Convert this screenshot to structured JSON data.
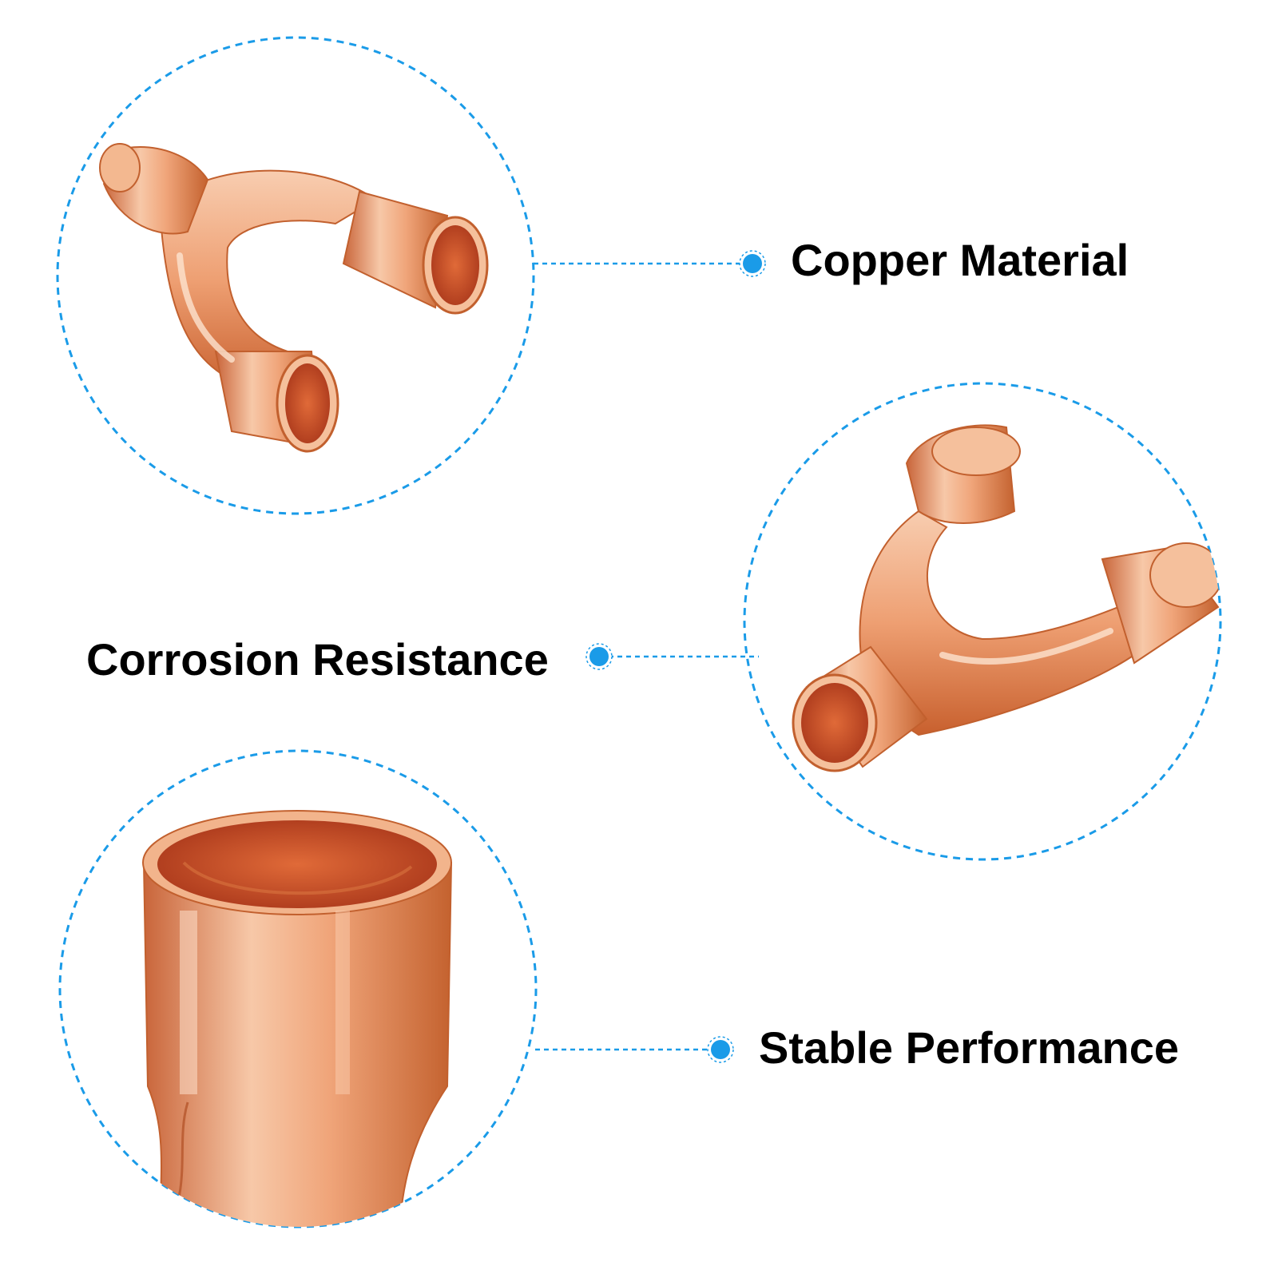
{
  "features": [
    {
      "label": "Copper Material"
    },
    {
      "label": "Corrosion Resistance"
    },
    {
      "label": "Stable Performance"
    }
  ],
  "colors": {
    "accent": "#1a9be8",
    "copper_light": "#f7c3a0",
    "copper_mid": "#eb9a6e",
    "copper_dark": "#c8612f",
    "copper_inner": "#b8401a",
    "text": "#000000"
  },
  "icons": [
    "copper-y-fitting-photo",
    "copper-pipe-closeup-photo",
    "callout-dot-icon"
  ]
}
